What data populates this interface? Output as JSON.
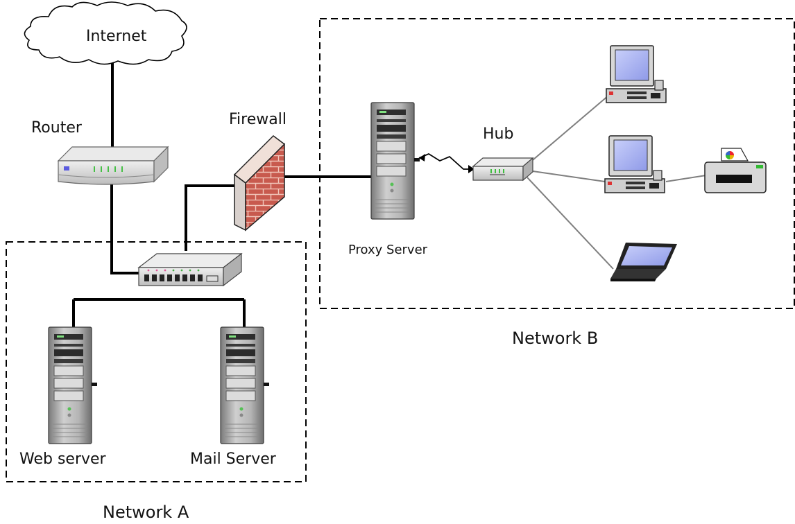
{
  "labels": {
    "internet": "Internet",
    "router": "Router",
    "firewall": "Firewall",
    "hub": "Hub",
    "proxy_server": "Proxy Server",
    "network_b": "Network B",
    "web_server": "Web server",
    "mail_server": "Mail Server",
    "network_a": "Network A"
  },
  "colors": {
    "line": "#000000",
    "thin_line": "#7f7f7f",
    "brick": "#c0504d",
    "mortar": "#f2c4b8",
    "screen": "#aab4f4",
    "device_body": "#d8d8d8"
  },
  "icons": [
    "cloud",
    "router",
    "firewall",
    "switch",
    "server",
    "hub",
    "desktop-computer",
    "printer",
    "laptop"
  ]
}
